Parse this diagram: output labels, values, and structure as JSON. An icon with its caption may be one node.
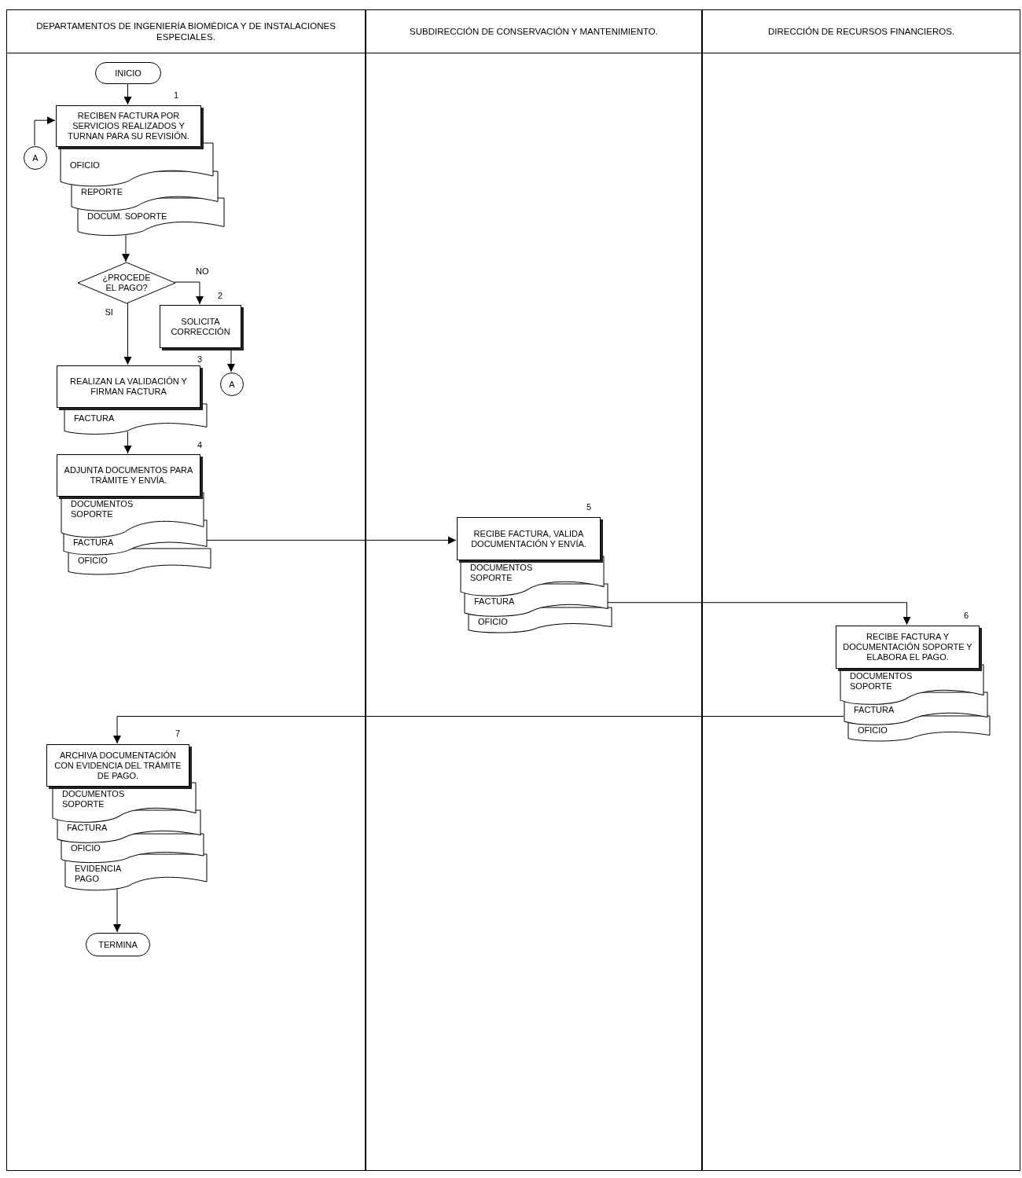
{
  "diagram": {
    "nodes": [
      {
        "text": [
          "DEPARTAMENTOS DE INGENIERÍA BIOMÉDICA Y DE INSTALACIONES ESPECIALES."
        ]
      },
      {
        "text": [
          "SUBDIRECCIÓN DE CONSERVACIÓN Y MANTENIMIENTO."
        ]
      },
      {
        "text": [
          "DIRECCIÓN DE RECURSOS FINANCIEROS."
        ]
      },
      {
        "text": [
          "INICIO"
        ],
        "in": 0
      },
      {
        "text": [
          "RECIBEN FACTURA POR SERVICIOS REALIZADOS Y TURNAN PARA SU REVISIÓN."
        ],
        "beside": [
          "1"
        ],
        "in": 0
      },
      {
        "text": [
          "OFICIO"
        ],
        "in": 0
      },
      {
        "text": [
          "REPORTE"
        ],
        "in": 0
      },
      {
        "text": [
          "DOCUM. SOPORTE"
        ],
        "in": 0
      },
      {
        "text": [
          "A"
        ],
        "in": 0
      },
      {
        "text": [
          "¿PROCEDE EL PAGO?"
        ],
        "in": 0
      },
      {
        "text": [
          "SOLICITA CORRECCIÓN"
        ],
        "beside": [
          "2"
        ],
        "in": 0
      },
      {
        "text": [
          "A"
        ],
        "in": 0
      },
      {
        "text": [
          "REALIZAN LA VALIDACIÓN Y FIRMAN FACTURA"
        ],
        "beside": [
          "3"
        ],
        "in": 0
      },
      {
        "text": [
          "FACTURA"
        ],
        "in": 0
      },
      {
        "text": [
          "ADJUNTA DOCUMENTOS PARA TRÁMITE Y ENVÍA."
        ],
        "beside": [
          "4"
        ],
        "in": 0
      },
      {
        "text": [
          "DOCUMENTOS SOPORTE"
        ],
        "in": 0
      },
      {
        "text": [
          "FACTURA"
        ],
        "in": 0
      },
      {
        "text": [
          "OFICIO"
        ],
        "in": 0
      },
      {
        "text": [
          "RECIBE FACTURA, VALIDA DOCUMENTACIÓN Y ENVÍA."
        ],
        "beside": [
          "5"
        ],
        "in": 1
      },
      {
        "text": [
          "DOCUMENTOS SOPORTE"
        ],
        "in": 1
      },
      {
        "text": [
          "FACTURA"
        ],
        "in": 1
      },
      {
        "text": [
          "OFICIO"
        ],
        "in": 1
      },
      {
        "text": [
          "RECIBE FACTURA Y DOCUMENTACIÓN SOPORTE Y ELABORA EL PAGO."
        ],
        "beside": [
          "6"
        ],
        "in": 2
      },
      {
        "text": [
          "DOCUMENTOS SOPORTE"
        ],
        "in": 2
      },
      {
        "text": [
          "FACTURA"
        ],
        "in": 2
      },
      {
        "text": [
          "OFICIO"
        ],
        "in": 2
      },
      {
        "text": [
          "ARCHIVA DOCUMENTACIÓN CON EVIDENCIA DEL TRÁMITE DE PAGO."
        ],
        "beside": [
          "7"
        ],
        "in": 0
      },
      {
        "text": [
          "DOCUMENTOS SOPORTE"
        ],
        "in": 0
      },
      {
        "text": [
          "FACTURA"
        ],
        "in": 0
      },
      {
        "text": [
          "OFICIO"
        ],
        "in": 0
      },
      {
        "text": [
          "EVIDENCIA PAGO"
        ],
        "in": 0
      },
      {
        "text": [
          "TERMINA"
        ],
        "in": 0
      }
    ],
    "edges": [
      {
        "from": 3,
        "to": 4,
        "arrow": "to"
      },
      {
        "from": 8,
        "to": 4,
        "arrow": "to"
      },
      {
        "from": 7,
        "to": 9,
        "arrow": "to"
      },
      {
        "from": 9,
        "to": 10,
        "arrow": "to",
        "label": "NO"
      },
      {
        "from": 9,
        "to": 12,
        "arrow": "to",
        "label": "SI"
      },
      {
        "from": 10,
        "to": 11,
        "arrow": "to"
      },
      {
        "from": 13,
        "to": 14,
        "arrow": "to"
      },
      {
        "from": 16,
        "to": 18,
        "arrow": "to"
      },
      {
        "from": 20,
        "to": 22,
        "arrow": "to"
      },
      {
        "from": 24,
        "to": 26,
        "arrow": "to"
      },
      {
        "from": 30,
        "to": 31,
        "arrow": "to"
      }
    ]
  }
}
